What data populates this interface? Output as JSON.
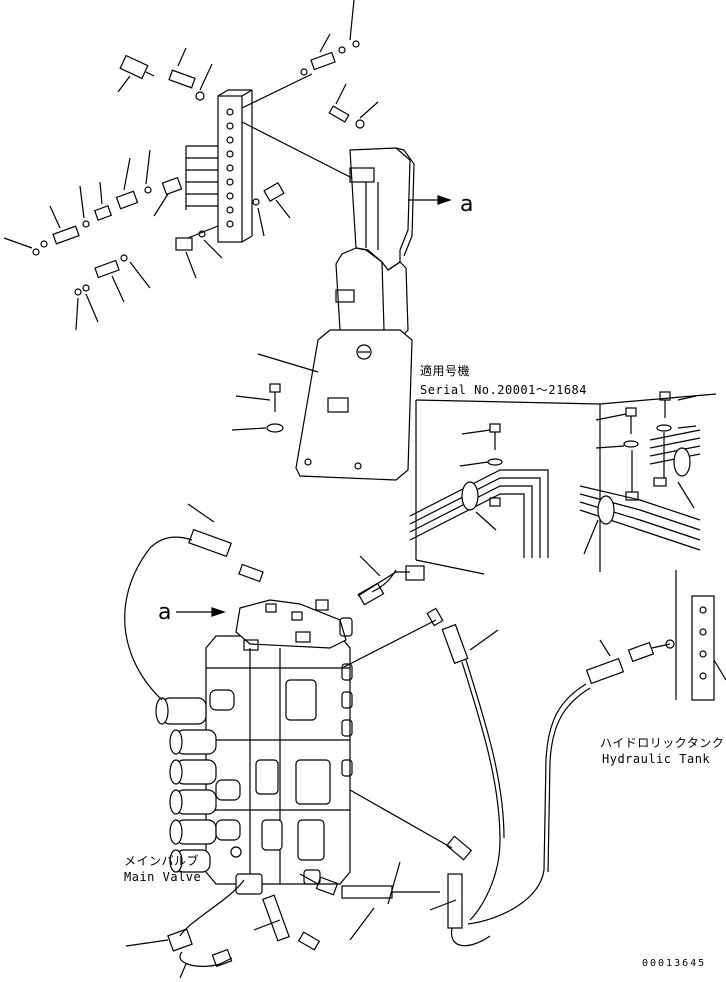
{
  "ref_a_top": "a",
  "ref_a_valve": "a",
  "serial": {
    "jp": "適用号機",
    "en": "Serial No.20001～21684"
  },
  "hydraulic_tank": {
    "jp": "ハイドロリックタンク",
    "en": "Hydraulic Tank"
  },
  "main_valve": {
    "jp": "メインバルブ",
    "en": "Main Valve"
  },
  "drawing_number": "00013645"
}
